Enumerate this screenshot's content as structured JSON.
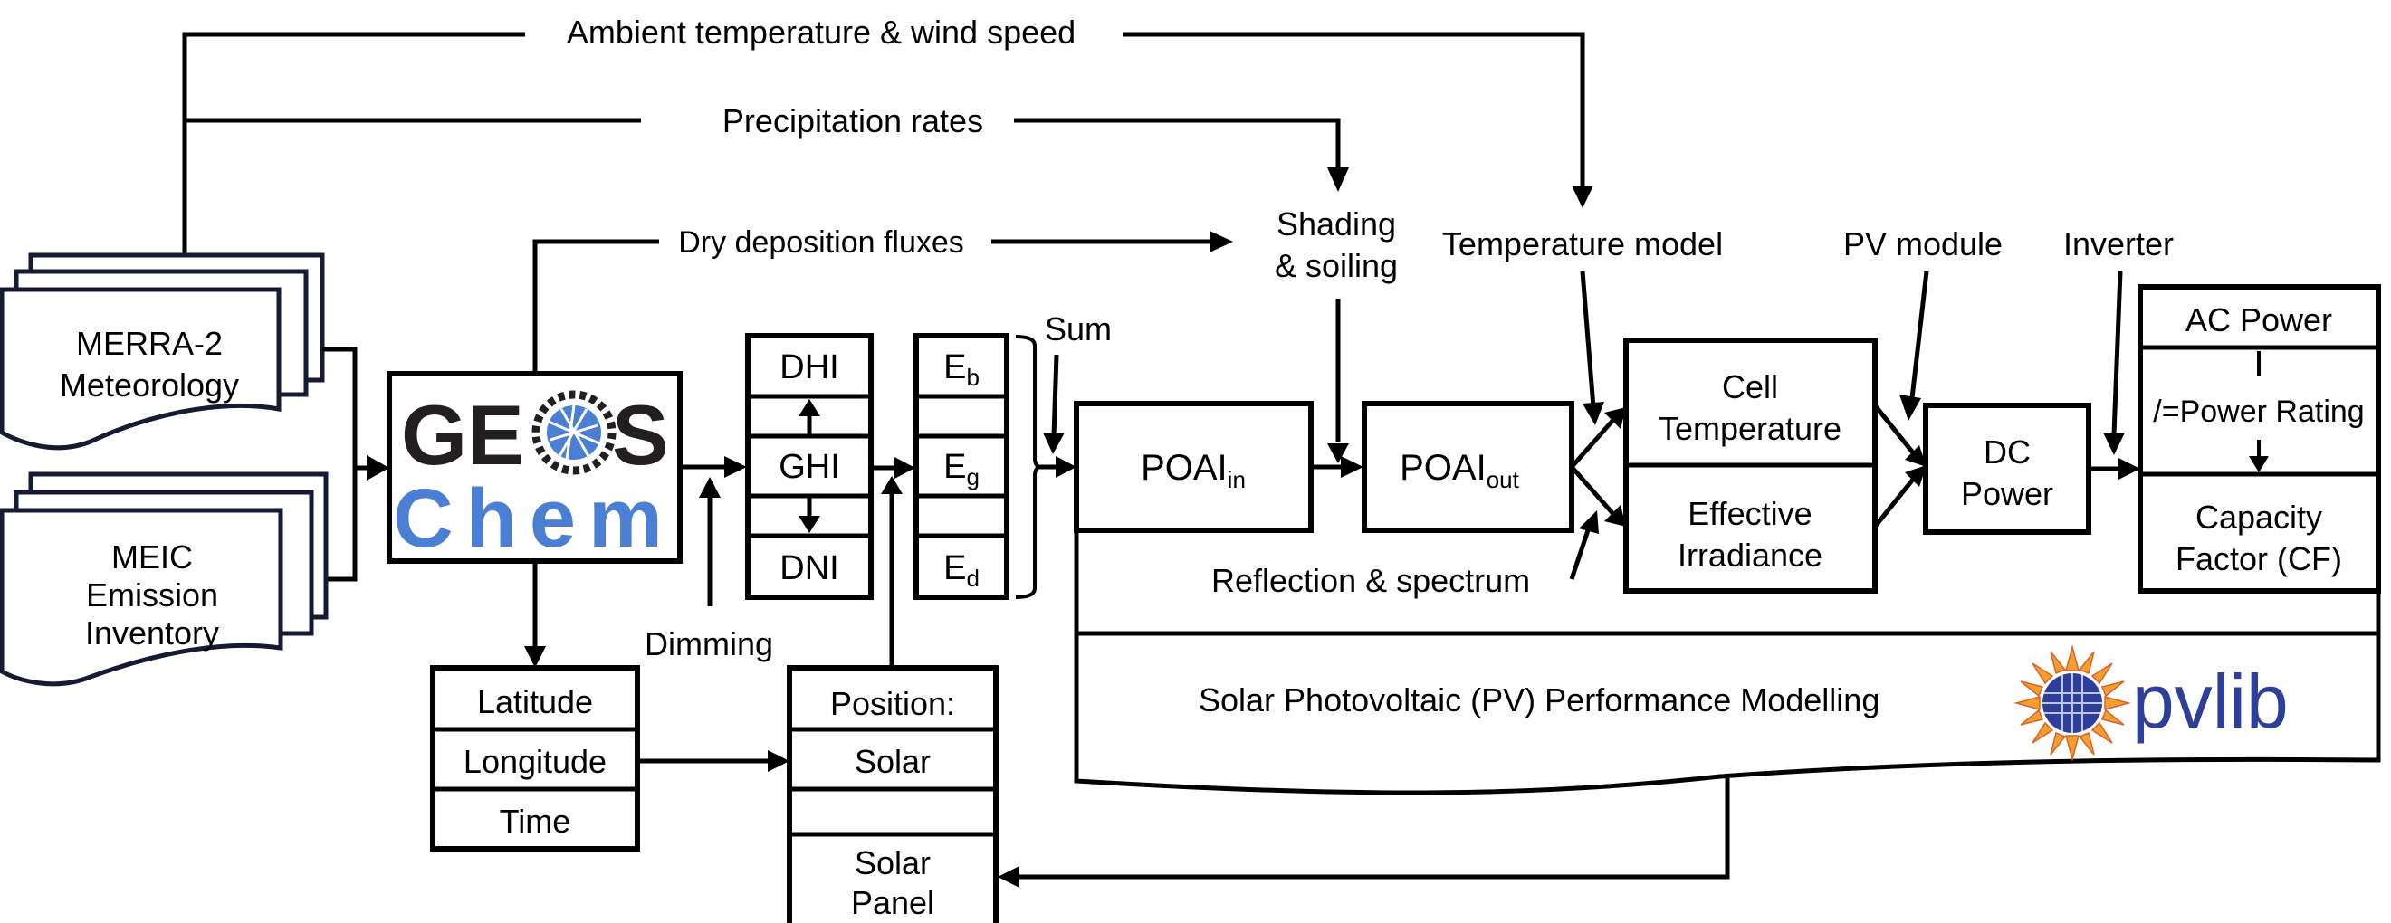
{
  "diagram": {
    "inputs": {
      "merra": [
        "MERRA-2",
        "Meteorology"
      ],
      "meic": [
        "MEIC",
        "Emission",
        "Inventory"
      ]
    },
    "flows": {
      "ambient": "Ambient temperature & wind speed",
      "precip": "Precipitation rates",
      "drydep": "Dry deposition fluxes",
      "dimming": "Dimming",
      "sum": "Sum",
      "reflection": "Reflection & spectrum"
    },
    "geoschem": {
      "top": "GE",
      "top_end": "S",
      "bottom": "Chem",
      "colors": {
        "dark": "#231f20",
        "blue": "#4a7fd4"
      }
    },
    "irradiance": {
      "dhi": "DHI",
      "ghi": "GHI",
      "dni": "DNI"
    },
    "components": {
      "eb": {
        "main": "E",
        "sub": "b"
      },
      "eg": {
        "main": "E",
        "sub": "g"
      },
      "ed": {
        "main": "E",
        "sub": "d"
      }
    },
    "location": {
      "latitude": "Latitude",
      "longitude": "Longitude",
      "time": "Time"
    },
    "position": {
      "title": "Position:",
      "solar": "Solar",
      "panel": [
        "Solar",
        "Panel"
      ]
    },
    "poai_in": {
      "main": "POAI",
      "sub": "in"
    },
    "poai_out": {
      "main": "POAI",
      "sub": "out"
    },
    "modifiers": {
      "shading": [
        "Shading",
        "& soiling"
      ],
      "temperature_model": "Temperature model",
      "pv_module": "PV module",
      "inverter": "Inverter"
    },
    "cell_temperature": [
      "Cell",
      "Temperature"
    ],
    "effective_irradiance": [
      "Effective",
      "Irradiance"
    ],
    "dc_power": [
      "DC",
      "Power"
    ],
    "output": {
      "ac_power": "AC Power",
      "power_rating": "/=Power Rating",
      "capacity_factor": [
        "Capacity",
        "Factor (CF)"
      ]
    },
    "pv_block": {
      "title": "Solar Photovoltaic (PV) Performance Modelling",
      "logo_text": "pvlib",
      "colors": {
        "logo_blue": "#2e3f9a",
        "sun_orange": "#f0a030",
        "sun_red": "#e0602a"
      }
    }
  }
}
